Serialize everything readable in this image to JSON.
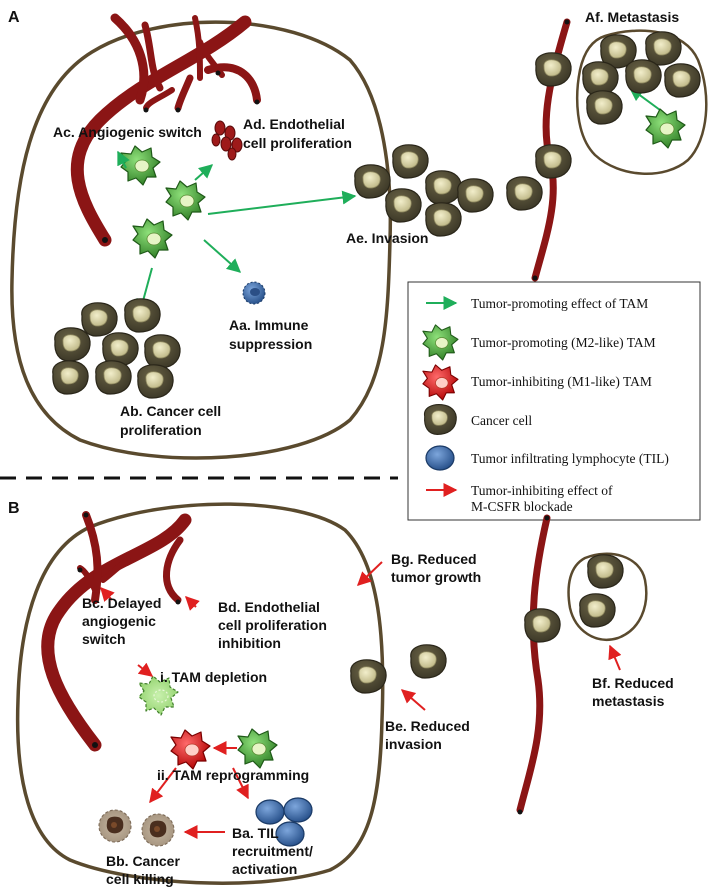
{
  "panels": {
    "A": {
      "letter": "A",
      "labels": {
        "ac": "Ac. Angiogenic switch",
        "ad1": "Ad. Endothelial",
        "ad2": "cell proliferation",
        "ae": "Ae. Invasion",
        "af": "Af. Metastasis",
        "aa1": "Aa. Immune",
        "aa2": "suppression",
        "ab1": "Ab. Cancer cell",
        "ab2": "proliferation"
      }
    },
    "B": {
      "letter": "B",
      "labels": {
        "bc1": "Bc. Delayed",
        "bc2": "angiogenic",
        "bc3": "switch",
        "bd1": "Bd. Endothelial",
        "bd2": "cell proliferation",
        "bd3": "inhibition",
        "bg1": "Bg. Reduced",
        "bg2": "tumor growth",
        "bf1": "Bf. Reduced",
        "bf2": "metastasis",
        "be1": "Be. Reduced",
        "be2": "invasion",
        "i": "i. TAM depletion",
        "ii": "ii. TAM reprogramming",
        "bb1": "Bb. Cancer",
        "bb2": "cell killing",
        "ba1": "Ba. TIL",
        "ba2": "recruitment/",
        "ba3": "activation"
      }
    }
  },
  "legend": {
    "items": [
      {
        "icon": "green-arrow-icon",
        "label": "Tumor-promoting effect of TAM"
      },
      {
        "icon": "m2-tam-icon",
        "label": "Tumor-promoting (M2-like) TAM"
      },
      {
        "icon": "m1-tam-icon",
        "label": "Tumor-inhibiting (M1-like) TAM"
      },
      {
        "icon": "cancer-cell-icon",
        "label": "Cancer cell"
      },
      {
        "icon": "til-icon",
        "label": "Tumor infiltrating lymphocyte (TIL)"
      },
      {
        "icon": "red-arrow-icon",
        "label": "Tumor-inhibiting effect of",
        "label2": "M-CSFR blockade"
      }
    ]
  },
  "colors": {
    "vessel": "#8b1515",
    "cancer": "#4a4532",
    "nucleus": "#d8d3a4",
    "tam_m2": "#3f9a34",
    "tam_m1": "#e01010",
    "til": "#2f5f9c",
    "promote_arrow": "#1fae5a",
    "inhibit_arrow": "#e02020",
    "membrane": "#5a4a2e"
  }
}
